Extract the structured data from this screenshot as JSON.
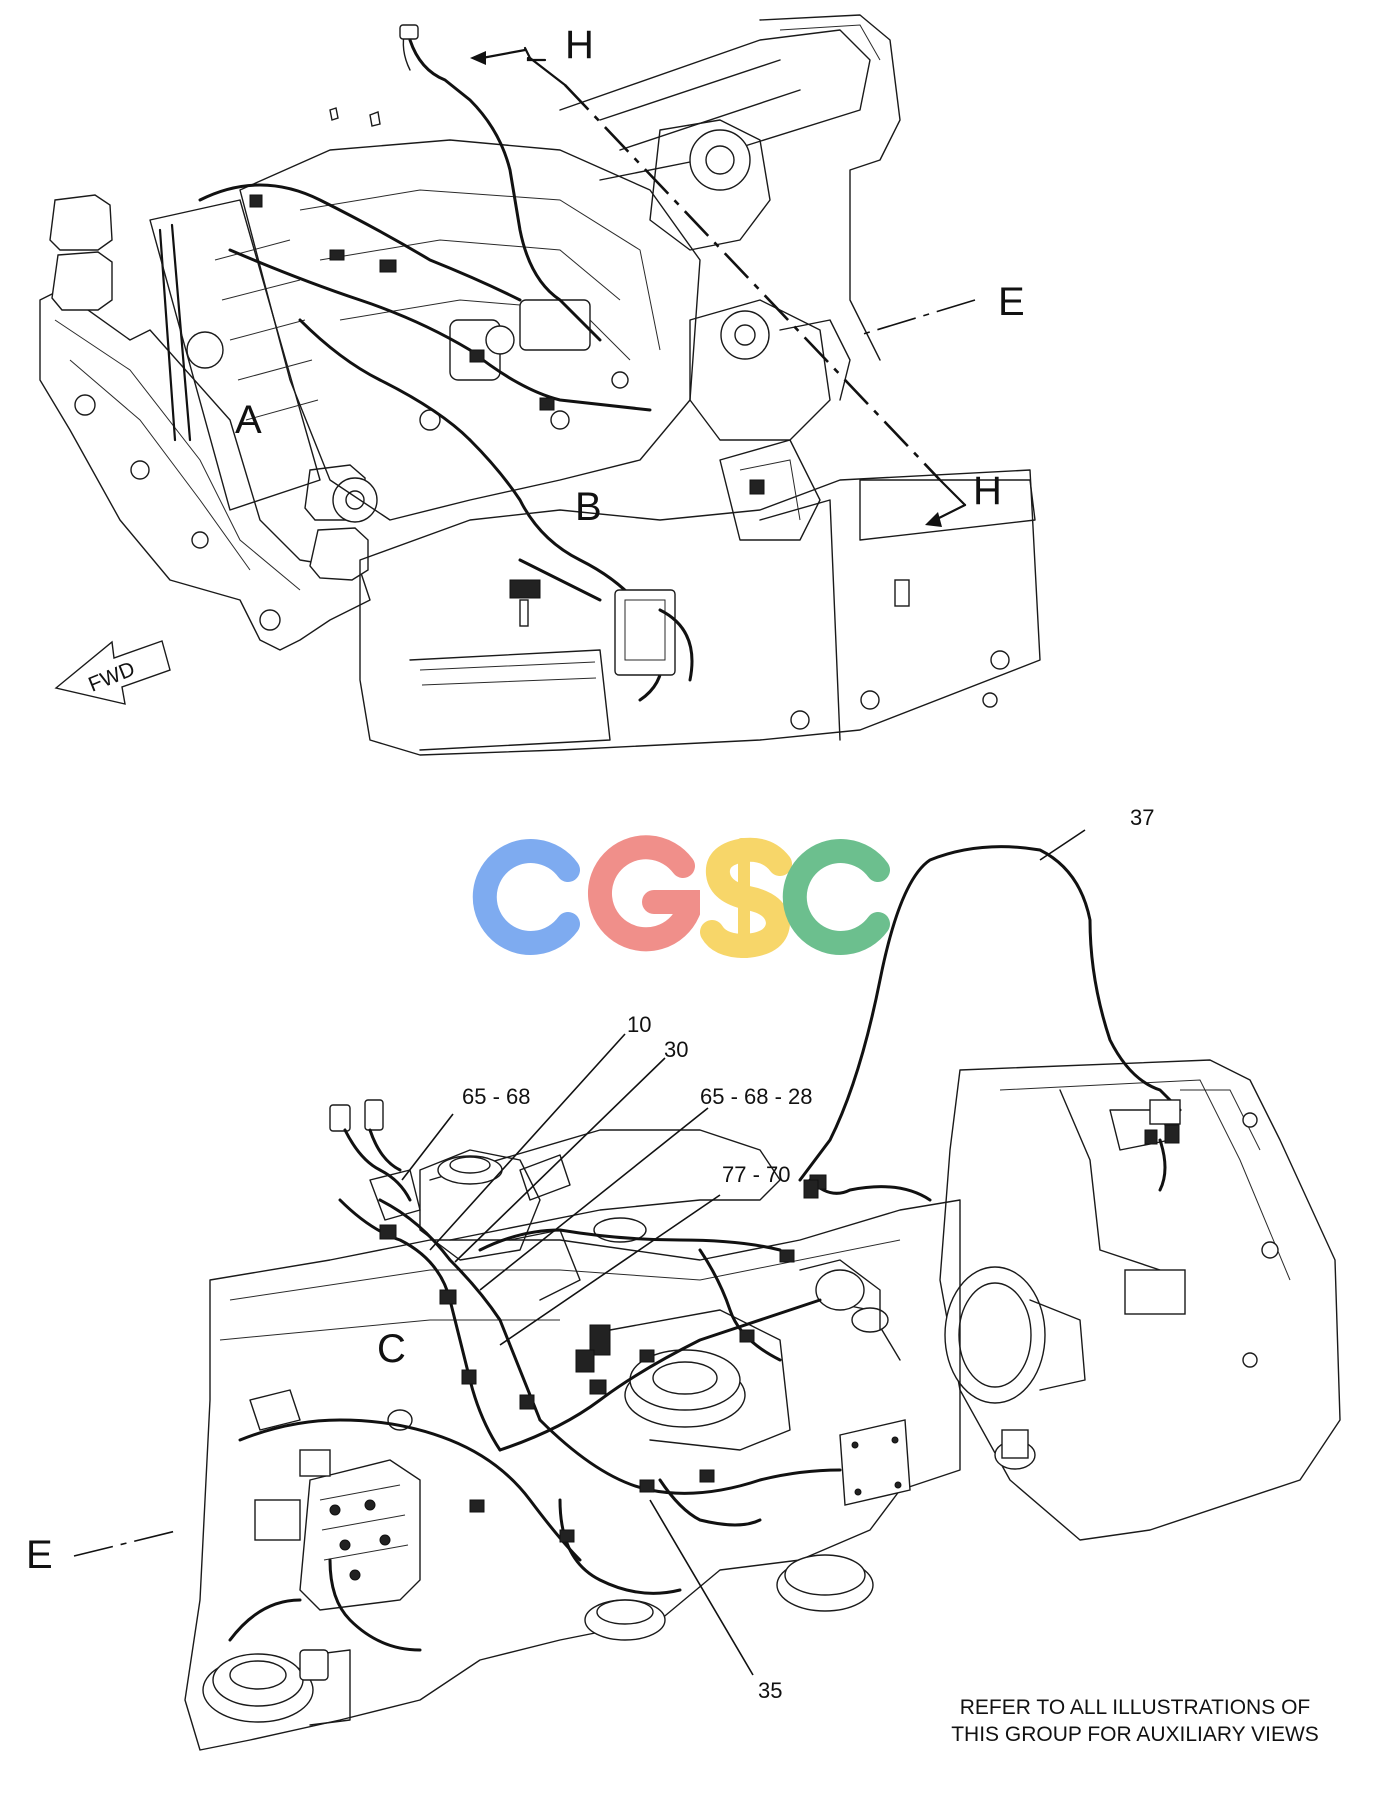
{
  "logo": {
    "text": "CGSC",
    "letters": [
      {
        "char": "C",
        "color": "#7eabf0"
      },
      {
        "char": "G",
        "color": "#f08f8a"
      },
      {
        "char": "S",
        "color": "#f7d669"
      },
      {
        "char": "C",
        "color": "#6cbf8e"
      }
    ]
  },
  "top_view": {
    "section_labels": {
      "h_top": "H",
      "h_bottom": "H",
      "e_right": "E"
    },
    "detail_labels": {
      "a": "A",
      "b": "B"
    },
    "direction_arrow": "FWD"
  },
  "bottom_view": {
    "detail_labels": {
      "c": "C",
      "e_left": "E"
    },
    "part_callouts": [
      "37",
      "10",
      "30",
      "65 - 68",
      "65 - 68 - 28",
      "77 - 70",
      "35"
    ]
  },
  "note": {
    "line1": "REFER TO ALL ILLUSTRATIONS OF",
    "line2": "THIS GROUP FOR AUXILIARY VIEWS"
  }
}
